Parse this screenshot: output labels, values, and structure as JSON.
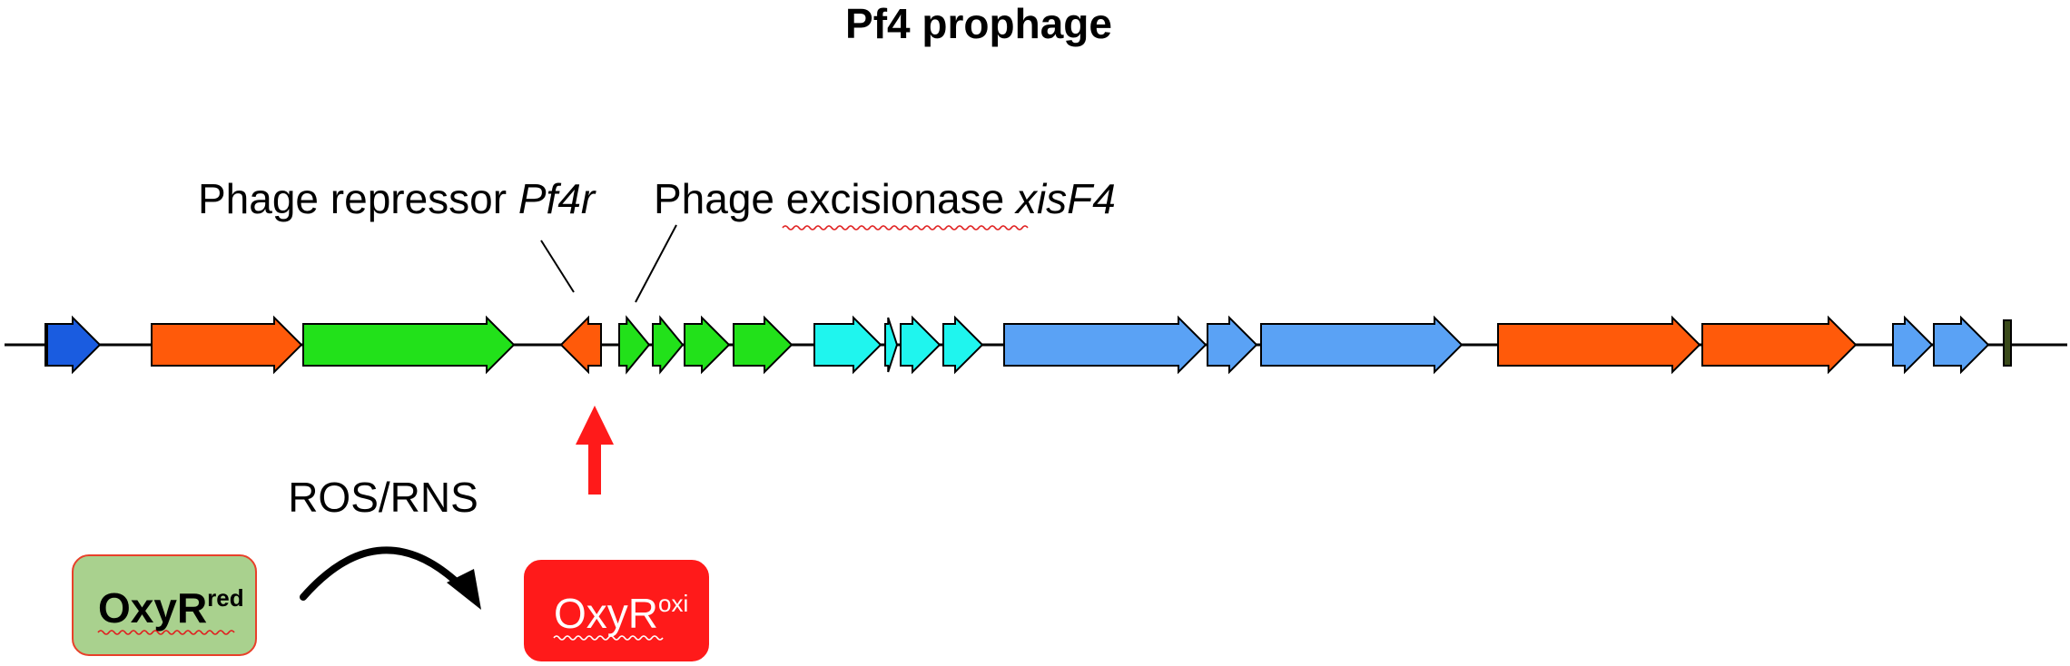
{
  "diagram": {
    "title": "Pf4 prophage",
    "labels": {
      "repressor_prefix": "Phage repressor ",
      "repressor_gene": "Pf4r",
      "excisionase_prefix": "Phage excisionase ",
      "excisionase_gene": "xisF4",
      "ros_rns": "ROS/RNS"
    },
    "boxes": {
      "reduced": {
        "base": "OxyR",
        "sup": "red"
      },
      "oxidized": {
        "base": "OxyR",
        "sup": "oxi"
      }
    },
    "colors": {
      "gene_blue_dark": "#1a5ce0",
      "gene_orange": "#ff5a0a",
      "gene_green": "#22e11a",
      "gene_cyan": "#1ff5ee",
      "gene_blue_light": "#5aa2f5",
      "reduced_box_fill": "#a9d18e",
      "reduced_box_border": "#e8402a",
      "oxidized_box_fill": "#ff1a1a",
      "induction_arrow": "#ff1a1a"
    },
    "genes": [
      {
        "color": "gene_blue_dark",
        "strand": "+"
      },
      {
        "color": "gene_orange",
        "strand": "+"
      },
      {
        "color": "gene_green",
        "strand": "+"
      },
      {
        "color": "gene_orange",
        "strand": "-",
        "name_ref": "Pf4r"
      },
      {
        "color": "gene_green",
        "strand": "+",
        "name_ref": "xisF4"
      },
      {
        "color": "gene_green",
        "strand": "+"
      },
      {
        "color": "gene_green",
        "strand": "+"
      },
      {
        "color": "gene_green",
        "strand": "+"
      },
      {
        "color": "gene_cyan",
        "strand": "+"
      },
      {
        "color": "gene_cyan",
        "strand": "+"
      },
      {
        "color": "gene_cyan",
        "strand": "+"
      },
      {
        "color": "gene_cyan",
        "strand": "+"
      },
      {
        "color": "gene_blue_light",
        "strand": "+"
      },
      {
        "color": "gene_blue_light",
        "strand": "+"
      },
      {
        "color": "gene_blue_light",
        "strand": "+"
      },
      {
        "color": "gene_orange",
        "strand": "+"
      },
      {
        "color": "gene_orange",
        "strand": "+"
      },
      {
        "color": "gene_blue_light",
        "strand": "+"
      },
      {
        "color": "gene_blue_light",
        "strand": "+"
      }
    ]
  }
}
